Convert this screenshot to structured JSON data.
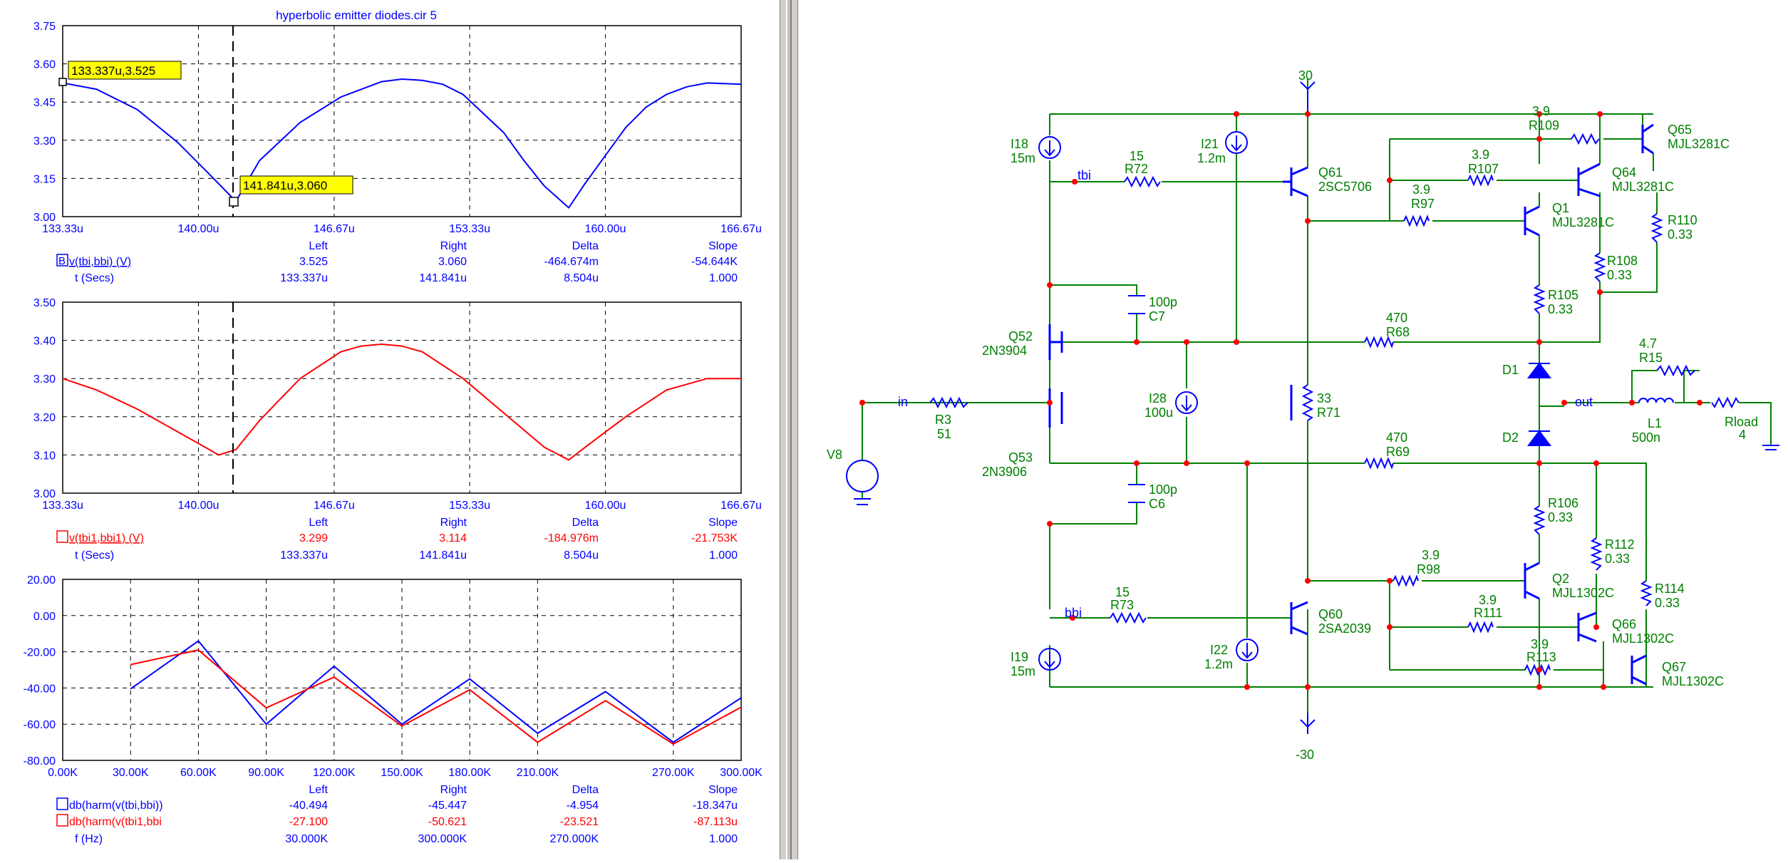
{
  "window_title": "hyperbolic emitter diodes.cir 5",
  "colors": {
    "blue": "#0000ff",
    "red": "#ff0000",
    "green": "#008000",
    "grid": "#000000",
    "cursor": "#000000",
    "label_bg": "#ffff00"
  },
  "plot1": {
    "y_ticks": [
      "3.75",
      "3.60",
      "3.45",
      "3.30",
      "3.15",
      "3.00"
    ],
    "x_ticks": [
      "133.33u",
      "140.00u",
      "146.67u",
      "153.33u",
      "160.00u",
      "166.67u"
    ],
    "cursor_left_label": "133.337u,3.525",
    "cursor_right_label": "141.841u,3.060",
    "table": {
      "headers": [
        "Left",
        "Right",
        "Delta",
        "Slope"
      ],
      "rows": [
        {
          "name": "v(tbi,bbi) (V)",
          "marker": "B",
          "values": [
            "3.525",
            "3.060",
            "-464.674m",
            "-54.644K"
          ]
        },
        {
          "name": "t (Secs)",
          "values": [
            "133.337u",
            "141.841u",
            "8.504u",
            "1.000"
          ]
        }
      ]
    }
  },
  "plot2": {
    "y_ticks": [
      "3.50",
      "3.40",
      "3.30",
      "3.20",
      "3.10",
      "3.00"
    ],
    "x_ticks": [
      "133.33u",
      "140.00u",
      "146.67u",
      "153.33u",
      "160.00u",
      "166.67u"
    ],
    "table": {
      "headers": [
        "Left",
        "Right",
        "Delta",
        "Slope"
      ],
      "rows": [
        {
          "name": "v(tbi1,bbi1) (V)",
          "values": [
            "3.299",
            "3.114",
            "-184.976m",
            "-21.753K"
          ]
        },
        {
          "name": "t (Secs)",
          "values": [
            "133.337u",
            "141.841u",
            "8.504u",
            "1.000"
          ]
        }
      ]
    }
  },
  "plot3": {
    "y_ticks": [
      "20.00",
      "0.00",
      "-20.00",
      "-40.00",
      "-60.00",
      "-80.00"
    ],
    "x_ticks": [
      "0.00K",
      "30.00K",
      "60.00K",
      "90.00K",
      "120.00K",
      "150.00K",
      "180.00K",
      "210.00K",
      "270.00K",
      "300.00K"
    ],
    "table": {
      "headers": [
        "Left",
        "Right",
        "Delta",
        "Slope"
      ],
      "rows": [
        {
          "name": "db(harm(v(tbi,bbi))",
          "values": [
            "-40.494",
            "-45.447",
            "-4.954",
            "-18.347u"
          ]
        },
        {
          "name": "db(harm(v(tbi1,bbi",
          "values": [
            "-27.100",
            "-50.621",
            "-23.521",
            "-87.113u"
          ]
        },
        {
          "name": "f (Hz)",
          "values": [
            "30.000K",
            "300.000K",
            "270.000K",
            "1.000"
          ]
        }
      ]
    }
  },
  "chart_data": [
    {
      "type": "line",
      "x": [
        133.33,
        135,
        137,
        139,
        140.5,
        141.841,
        143,
        145,
        147,
        149,
        150,
        151,
        152,
        153,
        155,
        156,
        157,
        158.2,
        159,
        160,
        161,
        162,
        163,
        164,
        165,
        166.67
      ],
      "series": [
        {
          "name": "v(tbi,bbi) (V)",
          "values": [
            3.525,
            3.5,
            3.42,
            3.29,
            3.17,
            3.06,
            3.22,
            3.37,
            3.47,
            3.53,
            3.54,
            3.535,
            3.52,
            3.48,
            3.33,
            3.22,
            3.12,
            3.035,
            3.13,
            3.24,
            3.35,
            3.43,
            3.48,
            3.51,
            3.525,
            3.52
          ]
        }
      ],
      "xlim": [
        133.33,
        166.67
      ],
      "ylim": [
        3.0,
        3.75
      ]
    },
    {
      "type": "line",
      "x": [
        133.33,
        135,
        137,
        139,
        141,
        141.84,
        143,
        145,
        147,
        148,
        149,
        150,
        151,
        153,
        155,
        157,
        158.2,
        159,
        160,
        161,
        163,
        165,
        166.67
      ],
      "series": [
        {
          "name": "v(tbi1,bbi1) (V)",
          "values": [
            3.3,
            3.27,
            3.22,
            3.16,
            3.1,
            3.114,
            3.19,
            3.3,
            3.37,
            3.385,
            3.39,
            3.385,
            3.37,
            3.3,
            3.21,
            3.12,
            3.087,
            3.12,
            3.16,
            3.2,
            3.27,
            3.3,
            3.3
          ]
        }
      ],
      "xlim": [
        133.33,
        166.67
      ],
      "ylim": [
        3.0,
        3.5
      ]
    },
    {
      "type": "line",
      "x": [
        30,
        60,
        90,
        120,
        150,
        180,
        210,
        240,
        270,
        300
      ],
      "series": [
        {
          "name": "db(harm(v(tbi,bbi))",
          "values": [
            -40.494,
            -14,
            -60,
            -28,
            -60,
            -35,
            -65,
            -42,
            -70,
            -45.447
          ]
        },
        {
          "name": "db(harm(v(tbi1,bbi",
          "values": [
            -27.1,
            -19,
            -51,
            -34,
            -61,
            -41,
            -70,
            -47,
            -71,
            -50.621
          ]
        }
      ],
      "xlim": [
        0,
        300
      ],
      "ylim": [
        -80,
        20
      ]
    }
  ],
  "schematic": {
    "labels": {
      "vpos": "30",
      "vneg": "-30",
      "I18": "I18",
      "I18v": "15m",
      "I21": "I21",
      "I21v": "1.2m",
      "R72": "R72",
      "R72v": "15",
      "tbi": "tbi",
      "Q61": "Q61",
      "Q61t": "2SC5706",
      "R109": "R109",
      "R109v": "3.9",
      "R107": "R107",
      "R107v": "3.9",
      "R97": "R97",
      "R97v": "3.9",
      "Q65": "Q65",
      "Q65t": "MJL3281C",
      "Q64": "Q64",
      "Q64t": "MJL3281C",
      "Q1": "Q1",
      "Q1t": "MJL3281C",
      "R110": "R110",
      "R110v": "0.33",
      "R108": "R108",
      "R108v": "0.33",
      "R105": "R105",
      "R105v": "0.33",
      "C7": "C7",
      "C7v": "100p",
      "Q52": "Q52",
      "Q52t": "2N3904",
      "R68": "R68",
      "R68v": "470",
      "D1": "D1",
      "D2": "D2",
      "R15": "R15",
      "R15v": "4.7",
      "in": "in",
      "R3": "R3",
      "R3v": "51",
      "V8": "V8",
      "I28": "I28",
      "I28v": "100u",
      "R71": "R71",
      "R71v": "33",
      "out": "out",
      "L1": "L1",
      "L1v": "500n",
      "Rload": "Rload",
      "Rloadv": "4",
      "Q53": "Q53",
      "Q53t": "2N3906",
      "R69": "R69",
      "R69v": "470",
      "C6": "C6",
      "C6v": "100p",
      "R106": "R106",
      "R106v": "0.33",
      "R112": "R112",
      "R112v": "0.33",
      "R114": "R114",
      "R114v": "0.33",
      "R98": "R98",
      "R98v": "3.9",
      "Q2": "Q2",
      "Q2t": "MJL1302C",
      "R73": "R73",
      "R73v": "15",
      "bbi": "bbi",
      "Q60": "Q60",
      "Q60t": "2SA2039",
      "R111": "R111",
      "R111v": "3.9",
      "Q66": "Q66",
      "Q66t": "MJL1302C",
      "I22": "I22",
      "I22v": "1.2m",
      "R113": "R113",
      "R113v": "3.9",
      "Q67": "Q67",
      "Q67t": "MJL1302C",
      "I19": "I19",
      "I19v": "15m"
    }
  }
}
